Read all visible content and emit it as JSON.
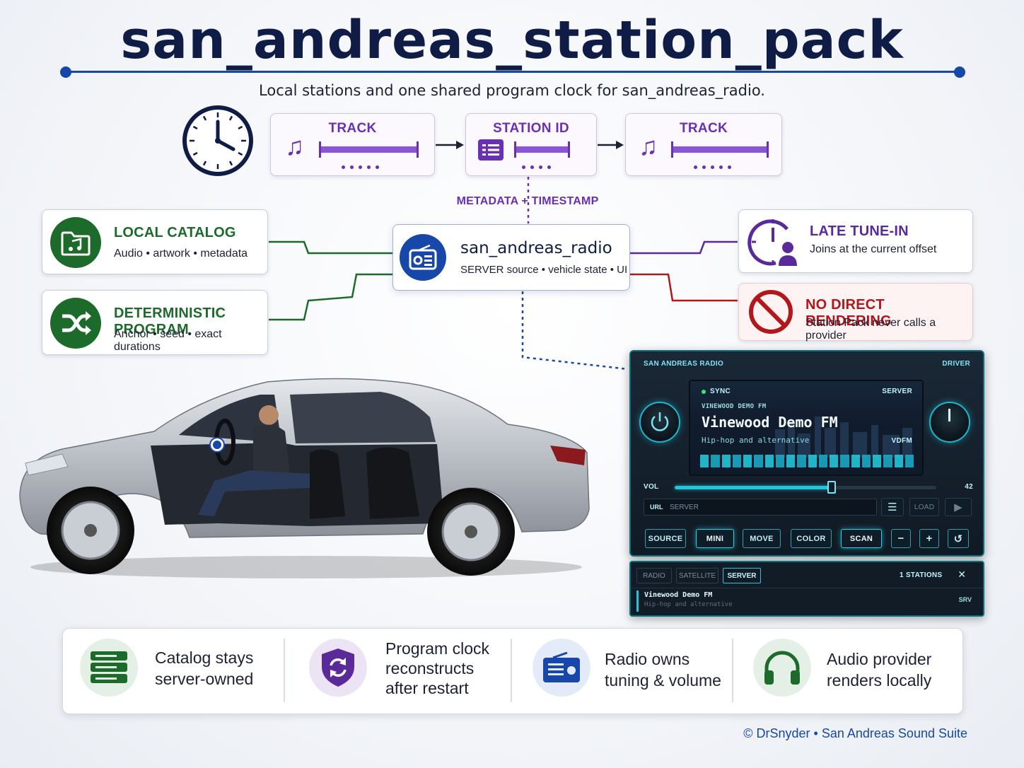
{
  "header": {
    "title": "san_andreas_station_pack",
    "subtitle": "Local stations and one shared program clock for san_andreas_radio."
  },
  "timeline": {
    "segments": [
      {
        "label": "TRACK",
        "icon": "music-note-icon"
      },
      {
        "label": "STATION ID",
        "icon": "station-id-icon"
      },
      {
        "label": "TRACK",
        "icon": "music-note-icon"
      }
    ],
    "connector_label": "METADATA + TIMESTAMP"
  },
  "left_cards": [
    {
      "title": "LOCAL CATALOG",
      "subtitle": "Audio • artwork • metadata",
      "icon": "folder-music-icon"
    },
    {
      "title": "DETERMINISTIC PROGRAM",
      "subtitle": "Anchor • seed • exact durations",
      "icon": "shuffle-icon"
    }
  ],
  "center": {
    "title": "san_andreas_radio",
    "subtitle": "SERVER source • vehicle state • UI",
    "icon": "radio-icon"
  },
  "right_cards": [
    {
      "title": "LATE TUNE-IN",
      "subtitle": "Joins at the current offset",
      "icon": "clock-user-icon"
    },
    {
      "title": "NO DIRECT RENDERING",
      "subtitle": "Station Pack never calls a provider",
      "icon": "prohibited-icon"
    }
  ],
  "head_unit": {
    "brand": "SAN ANDREAS RADIO",
    "mode": "DRIVER",
    "sync_label": "SYNC",
    "source_label": "SERVER",
    "station_small": "VINEWOOD DEMO FM",
    "station_name": "Vinewood Demo FM",
    "genre": "Hip-hop and alternative",
    "station_code": "VDFM",
    "volume_label": "VOL",
    "volume_value": "42",
    "volume_fraction": 0.6,
    "url_label": "URL",
    "url_placeholder": "SERVER",
    "load_label": "LOAD",
    "buttons": [
      {
        "label": "SOURCE",
        "active": false
      },
      {
        "label": "MINI",
        "active": true
      },
      {
        "label": "MOVE",
        "active": false
      },
      {
        "label": "COLOR",
        "active": false
      },
      {
        "label": "SCAN",
        "active": true
      }
    ],
    "icon_buttons": [
      "−",
      "+",
      "↺"
    ]
  },
  "station_list": {
    "tabs": [
      {
        "label": "RADIO",
        "active": false
      },
      {
        "label": "SATELLITE",
        "active": false
      },
      {
        "label": "SERVER",
        "active": true
      }
    ],
    "count_label": "1 STATIONS",
    "close_glyph": "✕",
    "items": [
      {
        "name": "Vinewood Demo FM",
        "genre": "Hip-hop and alternative",
        "tag": "SRV"
      }
    ]
  },
  "principles": [
    {
      "lines": [
        "Catalog stays",
        "server-owned"
      ],
      "icon": "server-icon",
      "color": "#1d6b2a"
    },
    {
      "lines": [
        "Program clock",
        "reconstructs",
        "after restart"
      ],
      "icon": "shield-refresh-icon",
      "color": "#5b2a9a"
    },
    {
      "lines": [
        "Radio owns",
        "tuning & volume"
      ],
      "icon": "radio-icon",
      "color": "#1747a8"
    },
    {
      "lines": [
        "Audio provider",
        "renders locally"
      ],
      "icon": "headphones-icon",
      "color": "#1d6b2a"
    }
  ],
  "credit": "© DrSnyder  •  San Andreas Sound Suite",
  "colors": {
    "navy": "#0f1d46",
    "blue": "#1747a8",
    "purple": "#6a2fb2",
    "green": "#1d6b2a",
    "red": "#b3161b",
    "teal": "#22c5da"
  }
}
